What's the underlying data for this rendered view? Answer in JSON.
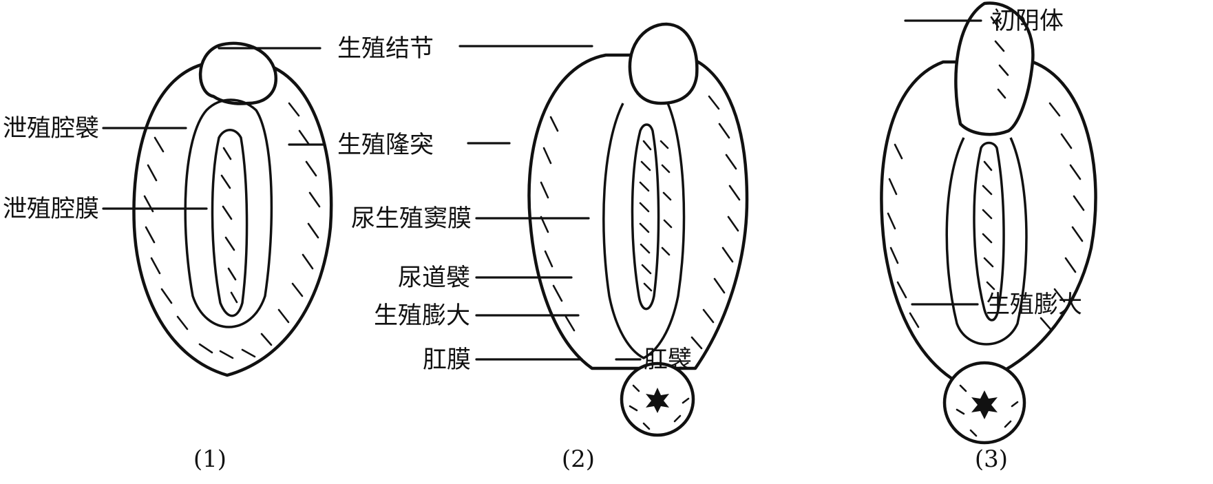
{
  "panels": [
    {
      "caption": "(1)",
      "labels": {
        "genital_tubercle": "生殖结节",
        "cloacal_fold": "泄殖腔襞",
        "genital_swelling": "生殖隆突",
        "cloacal_membrane": "泄殖腔膜"
      }
    },
    {
      "caption": "(2)",
      "labels": {
        "urogenital_sinus_membrane": "尿生殖窦膜",
        "urethral_fold": "尿道襞",
        "genital_enlargement": "生殖膨大",
        "anal_membrane": "肛膜",
        "anal_fold": "肛襞"
      }
    },
    {
      "caption": "(3)",
      "labels": {
        "primordial_phallus": "初阴体",
        "genital_enlargement": "生殖膨大"
      }
    }
  ]
}
